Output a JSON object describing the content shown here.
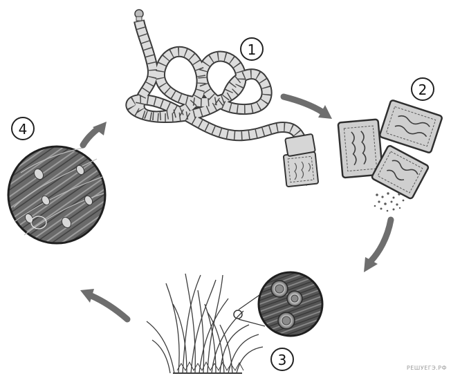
{
  "stages": [
    {
      "number": "1",
      "subject": "tapeworm"
    },
    {
      "number": "2",
      "subject": "proglottids-with-eggs"
    },
    {
      "number": "3",
      "subject": "eggs-on-grass"
    },
    {
      "number": "4",
      "subject": "cysts-in-muscle-tissue"
    }
  ],
  "watermark": "РЕШУЕГЭ.РФ",
  "colors": {
    "line": "#3a3a3a",
    "segment_fill": "#d9d9d9",
    "arrow": "#6e6e6e",
    "tissue": "#5a5a5a"
  }
}
